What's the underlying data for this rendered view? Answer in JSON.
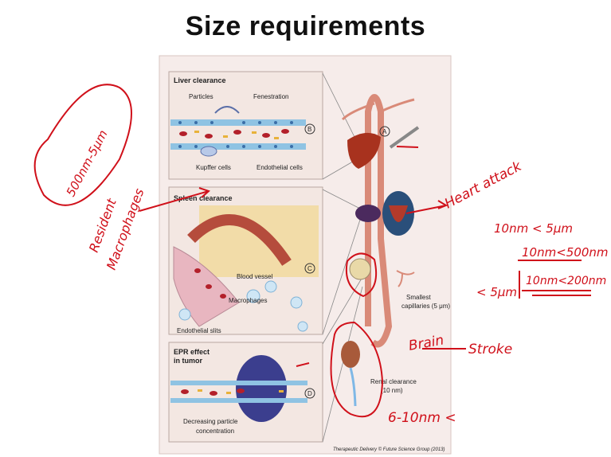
{
  "title": "Size requirements",
  "figure": {
    "liver_panel": {
      "heading": "Liver clearance",
      "particles": "Particles",
      "fenestration": "Fenestration",
      "kupffer": "Kupffer cells",
      "endothelial": "Endothelial cells",
      "marker": "B"
    },
    "spleen_panel": {
      "heading": "Spleen clearance",
      "blood_vessel": "Blood vessel",
      "macrophages": "Macrophages",
      "slits": "Endothelial slits",
      "marker": "C"
    },
    "epr_panel": {
      "heading_line1": "EPR effect",
      "heading_line2": "in tumor",
      "decreasing_line1": "Decreasing particle",
      "decreasing_line2": "concentration",
      "marker": "D"
    },
    "circulation": {
      "marker": "A",
      "capillaries_line1": "Smallest",
      "capillaries_line2": "capillaries (5 μm)",
      "renal_line1": "Renal clearance",
      "renal_line2": "(10 nm)"
    },
    "credit": "Therapeutic Delivery © Future Science Group (2013)"
  },
  "annotations": {
    "size_range": "500nm-5μm",
    "resident_line1": "Resident",
    "resident_line2": "Macrophages",
    "heart_attack": "Heart attack",
    "range1": "10nm < 5μm",
    "range2": "10nm<500nm",
    "range3_prefix": "< 5μm",
    "range3": "10nm<200nm",
    "brain": "Brain",
    "stroke": "Stroke",
    "renal_size": "6-10nm <"
  },
  "colors": {
    "ink": "#d0101a",
    "panel_bg": "#f3e7e2",
    "vessel": "#d98a78",
    "endothelium": "#8fc3e3"
  }
}
